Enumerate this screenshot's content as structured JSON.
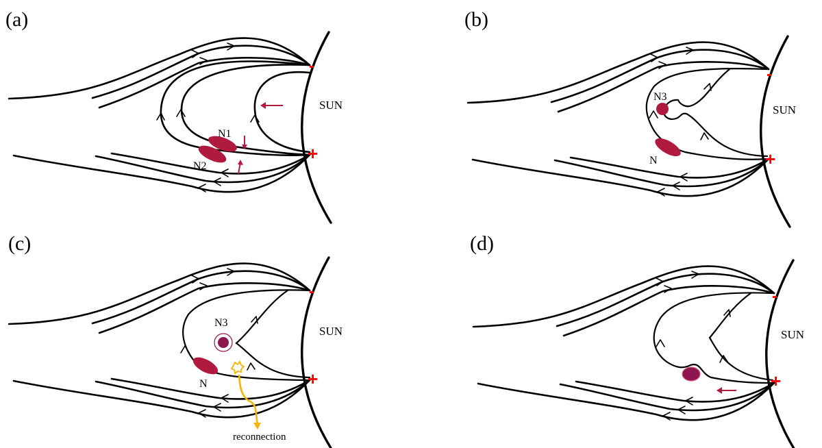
{
  "figure": {
    "panels": [
      {
        "id": "a",
        "label": "(a)",
        "sun_label": "SUN",
        "neg_label": "-",
        "pos_label": "+",
        "nodes": [
          "N1",
          "N2"
        ]
      },
      {
        "id": "b",
        "label": "(b)",
        "sun_label": "SUN",
        "neg_label": "-",
        "pos_label": "+",
        "nodes": [
          "N3",
          "N"
        ]
      },
      {
        "id": "c",
        "label": "(c)",
        "sun_label": "SUN",
        "neg_label": "-",
        "pos_label": "+",
        "nodes": [
          "N3",
          "N"
        ],
        "annotation": "reconnection"
      },
      {
        "id": "d",
        "label": "(d)",
        "sun_label": "SUN",
        "neg_label": "-",
        "pos_label": "+",
        "nodes": []
      }
    ],
    "colors": {
      "field_line": "#000000",
      "flux_rope": "#b01a3e",
      "flux_rope_dark": "#8e1650",
      "polarity": "#ff0000",
      "motion_arrow": "#b5173f",
      "reconnection": "#f5b400"
    }
  }
}
